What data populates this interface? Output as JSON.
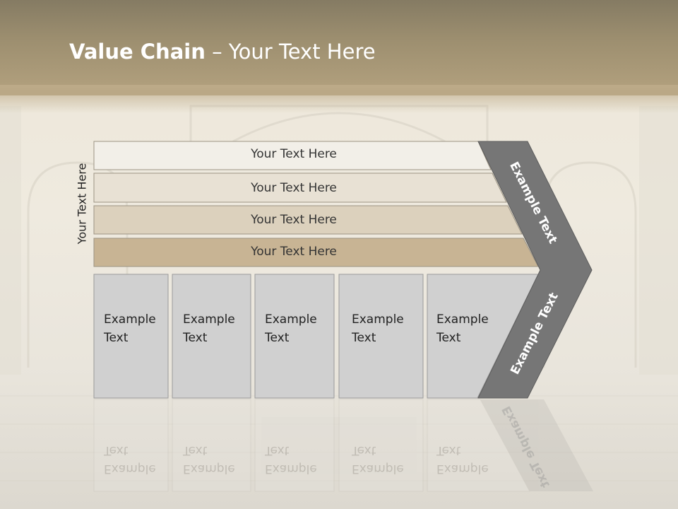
{
  "title": {
    "bold": "Value Chain",
    "rest": " – Your Text Here"
  },
  "side_label": "Your Text Here",
  "bars": [
    {
      "label": "Your Text Here",
      "fill": "#f2efe8"
    },
    {
      "label": "Your Text Here",
      "fill": "#e8e1d4"
    },
    {
      "label": "Your Text Here",
      "fill": "#dcd1bd"
    },
    {
      "label": "Your Text Here",
      "fill": "#c8b494"
    }
  ],
  "boxes": [
    {
      "line1": "Example",
      "line2": "Text"
    },
    {
      "line1": "Example",
      "line2": "Text"
    },
    {
      "line1": "Example",
      "line2": "Text"
    },
    {
      "line1": "Example",
      "line2": "Text"
    },
    {
      "line1": "Example",
      "line2": "Text"
    }
  ],
  "chevron": {
    "upper": "Example Text",
    "lower": "Example Text"
  },
  "colors": {
    "banner": "#9c8e6f",
    "box": "#d0d0d0",
    "chevron": "#767676",
    "title": "#ffffff"
  }
}
